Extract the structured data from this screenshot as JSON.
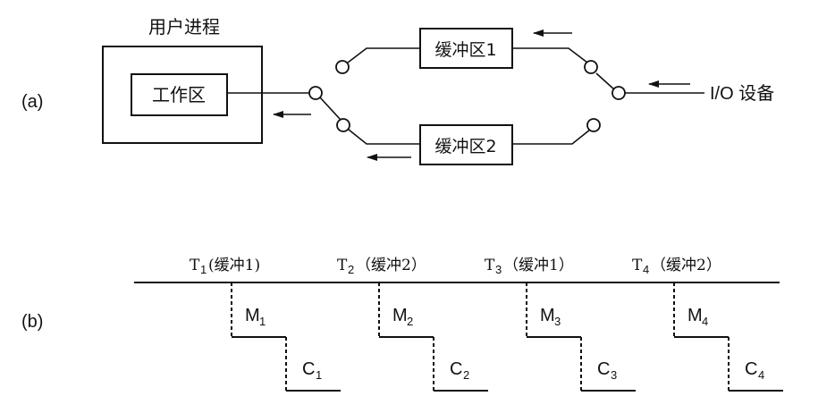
{
  "part_a": {
    "label": "(a)",
    "user_process": "用户进程",
    "work_area": "工作区",
    "buffer1": "缓冲区1",
    "buffer2": "缓冲区2",
    "io_device": "I/O 设备"
  },
  "part_b": {
    "label": "(b)",
    "timeline": [
      {
        "t": "T",
        "t_sub": "1",
        "buf": "(缓冲1)",
        "m": "M",
        "m_sub": "1",
        "c": "C",
        "c_sub": "1"
      },
      {
        "t": "T",
        "t_sub": "2",
        "buf": "（缓冲2）",
        "m": "M",
        "m_sub": "2",
        "c": "C",
        "c_sub": "2"
      },
      {
        "t": "T",
        "t_sub": "3",
        "buf": "（缓冲1）",
        "m": "M",
        "m_sub": "3",
        "c": "C",
        "c_sub": "3"
      },
      {
        "t": "T",
        "t_sub": "4",
        "buf": "（缓冲2）",
        "m": "M",
        "m_sub": "4",
        "c": "C",
        "c_sub": "4"
      }
    ]
  }
}
